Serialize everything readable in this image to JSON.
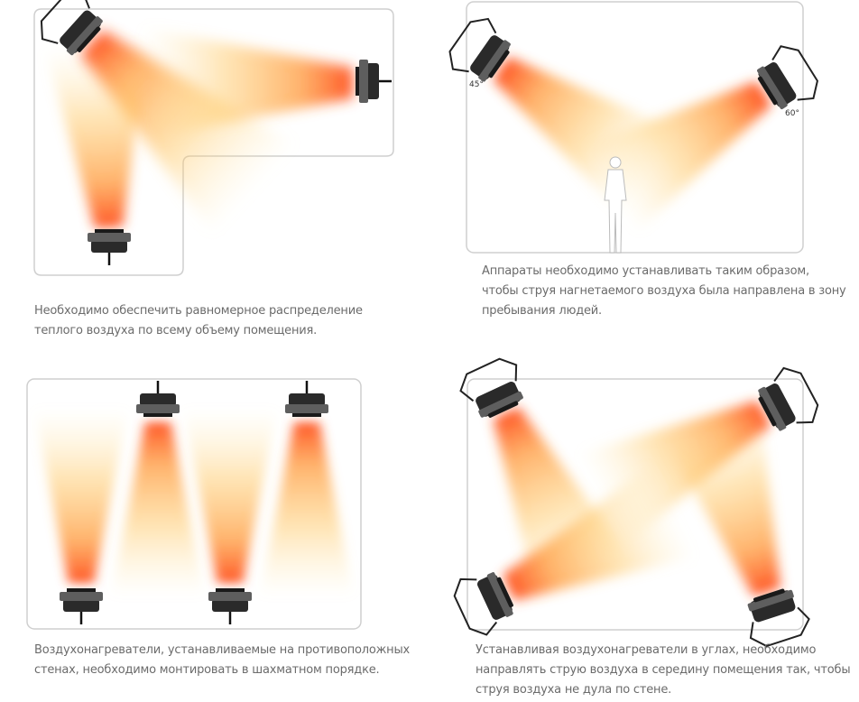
{
  "panels": [
    {
      "caption_lines": [
        "Необходимо обеспечить равномерное распределение",
        "теплого воздуха по всему объему помещения."
      ]
    },
    {
      "caption_lines": [
        "Аппараты необходимо устанавливать таким образом,",
        "чтобы струя нагнетаемого воздуха была направлена в зону",
        "пребывания людей."
      ],
      "angle_left": "45°",
      "angle_right": "60°"
    },
    {
      "caption_lines": [
        "Воздухонагреватели, устанавливаемые на противоположных",
        "стенах, необходимо монтировать в шахматном порядке."
      ]
    },
    {
      "caption_lines": [
        "Устанавливая воздухонагреватели в углах, необходимо",
        "направлять струю воздуха в середину помещения так, чтобы",
        "струя воздуха не дула по стене."
      ]
    }
  ],
  "colors": {
    "beam_hot": "#ff5a1e",
    "beam_warm": "#ffc45a",
    "room_outline": "#cccccc",
    "text": "#6b6b6b"
  }
}
